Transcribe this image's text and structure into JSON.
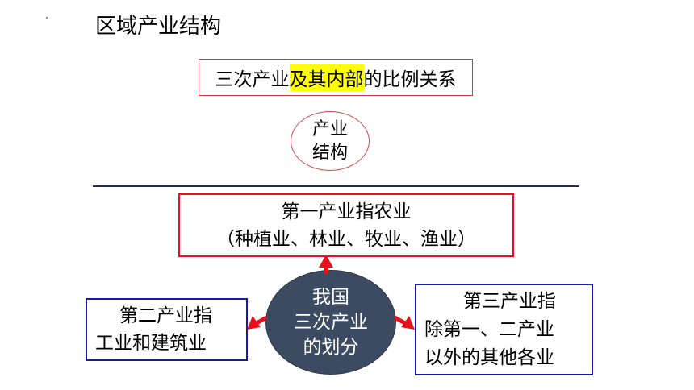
{
  "title": "区域产业结构",
  "subtitle": {
    "part1": "三次产业",
    "highlight": "及其内部",
    "part2": "的比例关系"
  },
  "concept": [
    "产业",
    "结构"
  ],
  "primary": {
    "line1": "第一产业指农业",
    "line2": "（种植业、林业、牧业、渔业）"
  },
  "secondary": {
    "line1": "第二产业指",
    "line2": "工业和建筑业"
  },
  "tertiary": {
    "line1": "第三产业指",
    "line2": "除第一、二产业",
    "line3": "以外的其他各业"
  },
  "center": [
    "我国",
    "三次产业",
    "的划分"
  ],
  "colors": {
    "red_border": "#e8111b",
    "blue_border": "#1a1aa8",
    "center_fill": "#3c4a62",
    "highlight": "#ffff00",
    "arrow": "#e8111b"
  }
}
